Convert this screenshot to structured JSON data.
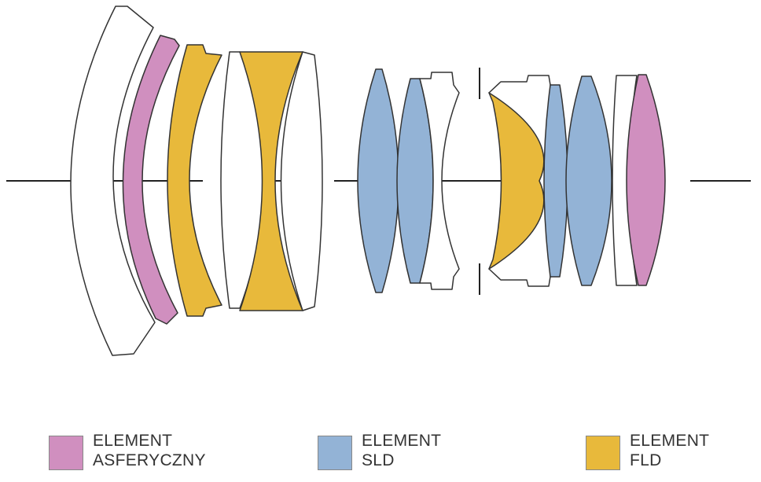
{
  "colors": {
    "aspherical": "#d08fbf",
    "sld": "#93b3d6",
    "fld": "#e8b93b",
    "plain": "#ffffff",
    "stroke": "#333333",
    "axis": "#222222"
  },
  "legend": [
    {
      "key": "aspherical",
      "line1": "ELEMENT",
      "line2": "ASFERYCZNY"
    },
    {
      "key": "sld",
      "line1": "ELEMENT",
      "line2": "SLD"
    },
    {
      "key": "fld",
      "line1": "ELEMENT",
      "line2": "FLD"
    }
  ]
}
